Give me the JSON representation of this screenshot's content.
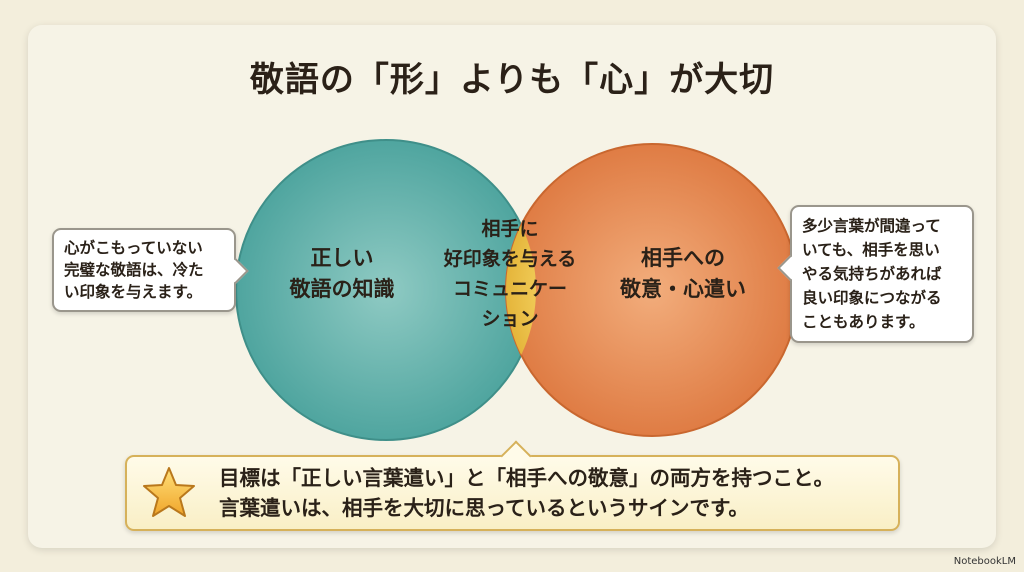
{
  "title": "敬語の「形」よりも「心」が大切",
  "venn": {
    "left": {
      "lines": [
        "正しい",
        "敬語の知識"
      ],
      "color": "#5fb3ad"
    },
    "right": {
      "lines": [
        "相手への",
        "敬意・心遣い"
      ],
      "color": "#e58a52"
    },
    "center": {
      "lines": [
        "相手に",
        "好印象を与える",
        "コミュニケー",
        "ション"
      ],
      "color": "#f2c84a"
    }
  },
  "left_note": {
    "lines": [
      "心がこもっていない",
      "完璧な敬語は、冷た",
      "い印象を与えます。"
    ]
  },
  "right_note": {
    "lines": [
      "多少言葉が間違って",
      "いても、相手を思い",
      "やる気持ちがあれば",
      "良い印象につながる",
      "こともあります。"
    ]
  },
  "conclusion": {
    "icon": "star-icon",
    "lines": [
      "目標は「正しい言葉遣い」と「相手への敬意」の両方を持つこと。",
      "言葉遣いは、相手を大切に思っているというサインです。"
    ]
  },
  "watermark": "NotebookLM"
}
